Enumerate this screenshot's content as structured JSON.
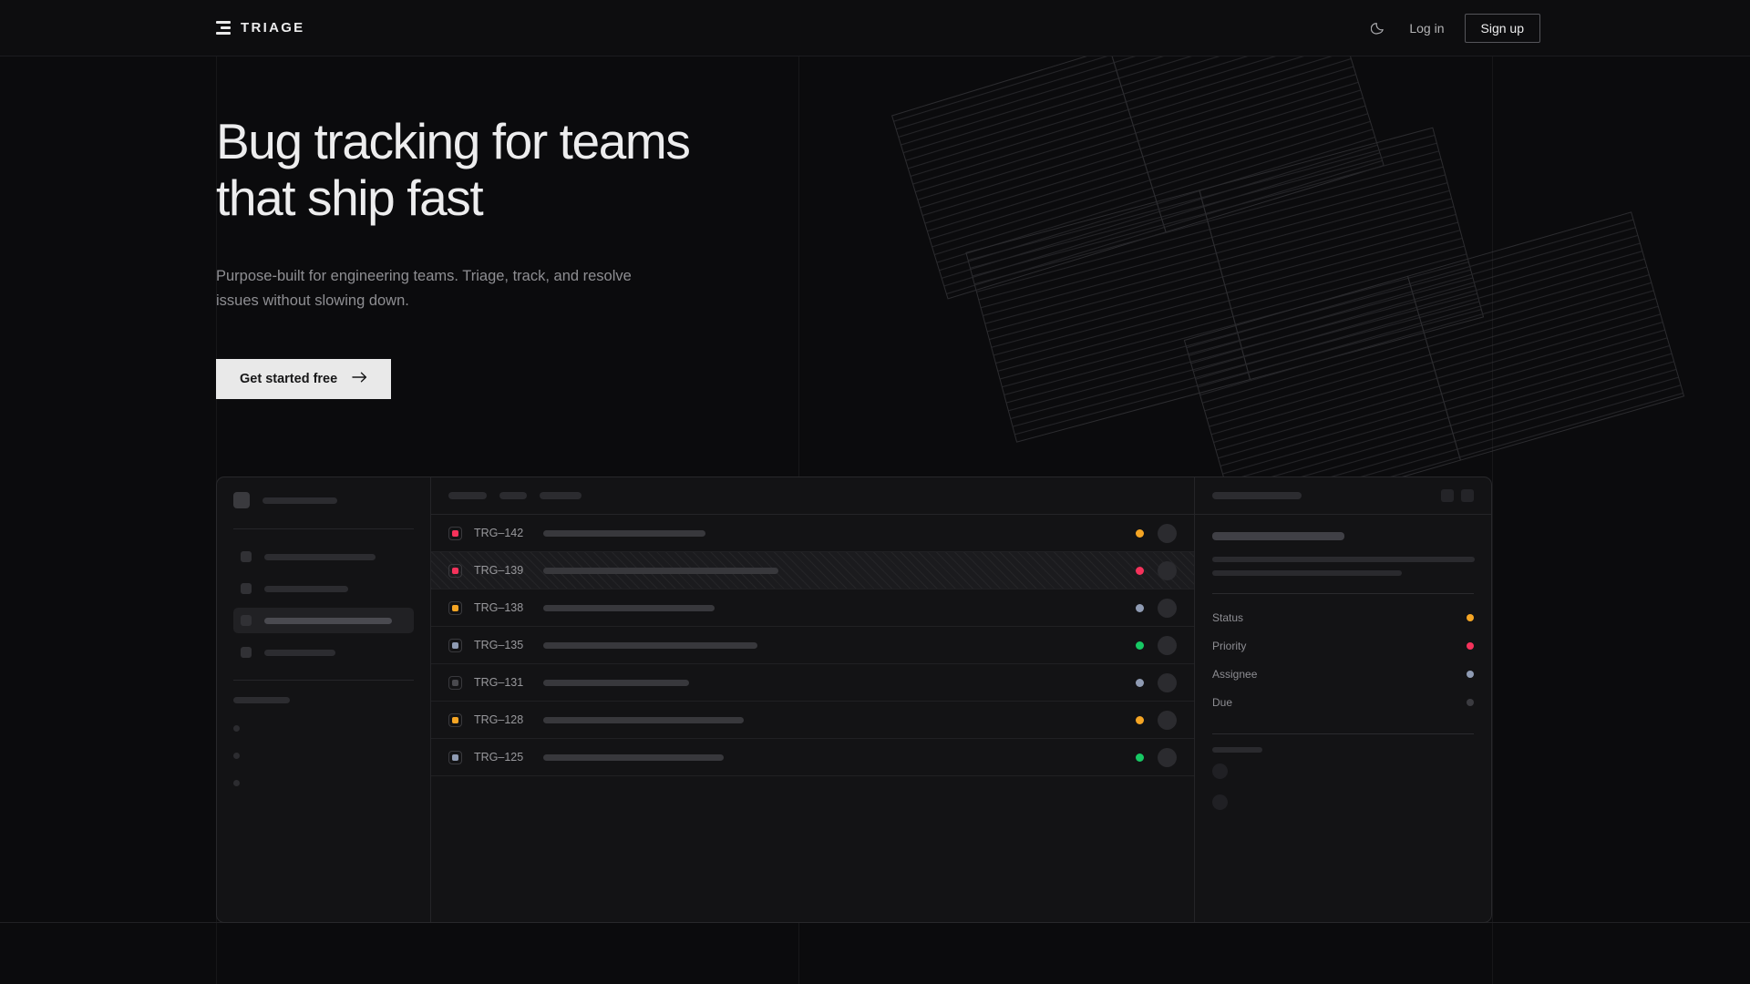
{
  "theme": {
    "background": "#0b0b0d",
    "header_bg": "#0d0d0f",
    "panel_bg": "#131315",
    "border": "#28282b",
    "text_primary": "#ededee",
    "text_muted": "#8e8e92",
    "accent_orange": "#f5a524",
    "accent_pink": "#f5325b",
    "accent_green": "#17c964",
    "accent_slate": "#8f9bb3"
  },
  "header": {
    "logo_text": "TRIAGE",
    "logo_icon": "three-bars-icon",
    "theme_toggle_icon": "moon-icon",
    "login_label": "Log in",
    "signup_label": "Sign up"
  },
  "hero": {
    "heading_line1": "Bug tracking for teams",
    "heading_line2": "that ship fast",
    "subheading": "Purpose-built for engineering teams. Triage, track, and resolve issues without slowing down.",
    "cta_label": "Get started free",
    "cta_arrow": "arrow-right-icon"
  },
  "mockup": {
    "sidebar": {
      "nav_widths": [
        122,
        92,
        140,
        78
      ],
      "brand_width": 82,
      "active_index": 2,
      "section_label_width": 62,
      "mini_count": 3
    },
    "toolbar": {
      "pill_widths": [
        42,
        30,
        46
      ]
    },
    "issues": [
      {
        "id": "TRG–142",
        "priority_color": "#f5325b",
        "title_width": 178,
        "status_color": "#f5a524",
        "highlighted": false
      },
      {
        "id": "TRG–139",
        "priority_color": "#f5325b",
        "title_width": 258,
        "status_color": "#f5325b",
        "highlighted": true
      },
      {
        "id": "TRG–138",
        "priority_color": "#f5a524",
        "title_width": 188,
        "status_color": "#8f9bb3",
        "highlighted": false
      },
      {
        "id": "TRG–135",
        "priority_color": "#8f9bb3",
        "title_width": 235,
        "status_color": "#17c964",
        "highlighted": false
      },
      {
        "id": "TRG–131",
        "priority_color": "#4a4a4f",
        "title_width": 160,
        "status_color": "#8f9bb3",
        "highlighted": false
      },
      {
        "id": "TRG–128",
        "priority_color": "#f5a524",
        "title_width": 220,
        "status_color": "#f5a524",
        "highlighted": false
      },
      {
        "id": "TRG–125",
        "priority_color": "#8f9bb3",
        "title_width": 198,
        "status_color": "#17c964",
        "highlighted": false
      }
    ],
    "detail": {
      "header_pill_width": 98,
      "action_icons": [
        "square-button-icon",
        "square-button-icon"
      ],
      "body_line_widths": [
        288,
        208
      ],
      "meta": [
        {
          "label": "Status",
          "color": "#f5a524"
        },
        {
          "label": "Priority",
          "color": "#f5325b"
        },
        {
          "label": "Assignee",
          "color": "#8f9bb3"
        },
        {
          "label": "Due",
          "color": "#3b3b40"
        }
      ],
      "avatar_count": 2
    }
  }
}
